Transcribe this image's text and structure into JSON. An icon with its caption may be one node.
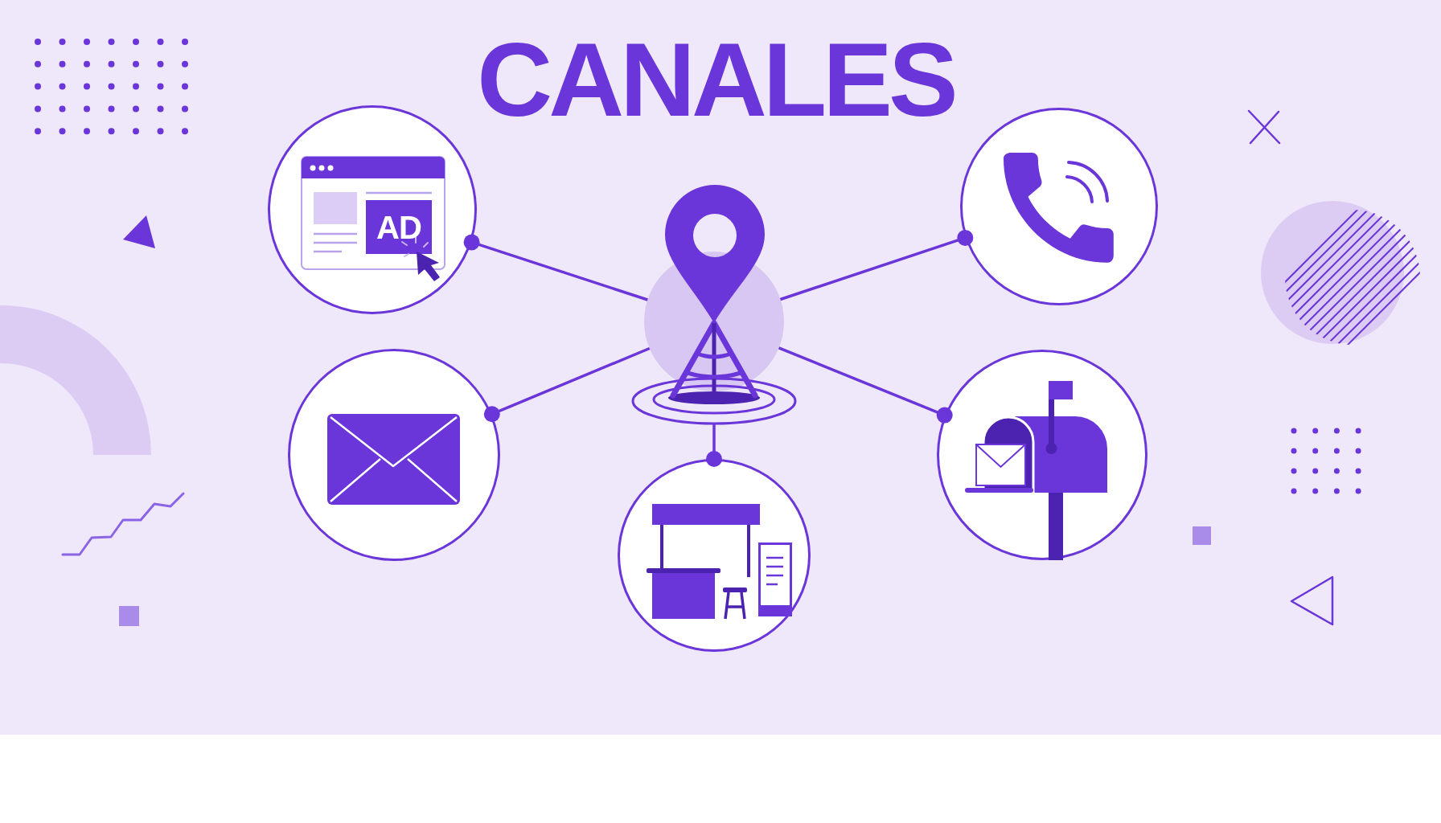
{
  "diagram": {
    "title": "CANALES",
    "nodes": [
      {
        "text": [
          "AD"
        ]
      },
      {
        "text": [],
        "shape": "picture"
      },
      {
        "text": [],
        "shape": "circle"
      },
      {
        "text": [],
        "shape": "circle"
      },
      {
        "text": [],
        "shape": "circle"
      },
      {
        "text": [],
        "shape": "circle"
      }
    ],
    "edges": [
      {
        "from": 1,
        "to": 0,
        "arrow": "other"
      },
      {
        "from": 1,
        "to": 2,
        "arrow": "other"
      },
      {
        "from": 1,
        "to": 3,
        "arrow": "other"
      },
      {
        "from": 1,
        "to": 4,
        "arrow": "other"
      },
      {
        "from": 1,
        "to": 5,
        "arrow": "other"
      }
    ]
  }
}
